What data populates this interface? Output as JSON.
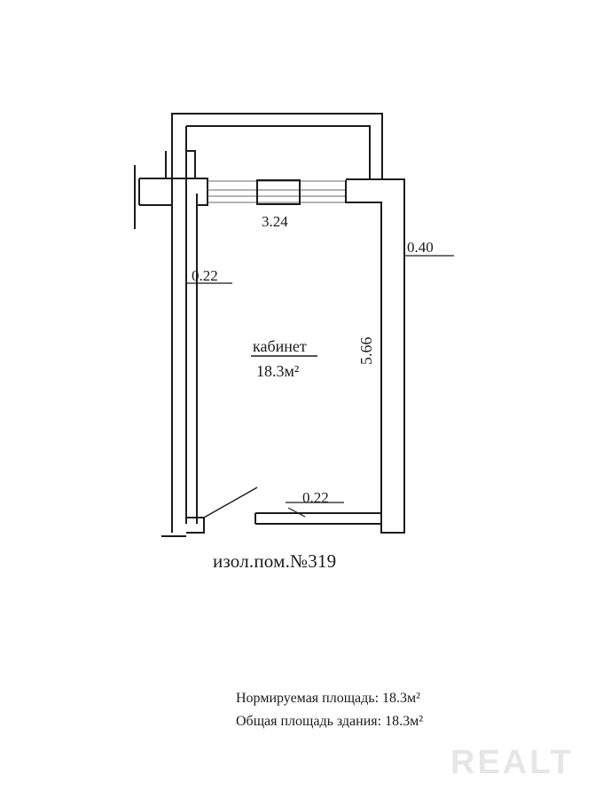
{
  "plan": {
    "room_name": "кабинет",
    "room_area": "18.3м²",
    "dim_window": "3.24",
    "dim_left_wall": "0.22",
    "dim_right_wall": "0.40",
    "dim_length": "5.66",
    "dim_bottom_wall": "0.22"
  },
  "caption": "изол.пом.№319",
  "areas": {
    "normed": "Нормируемая площадь: 18.3м²",
    "total": "Общая площадь здания: 18.3м²"
  },
  "watermark": "REALT"
}
